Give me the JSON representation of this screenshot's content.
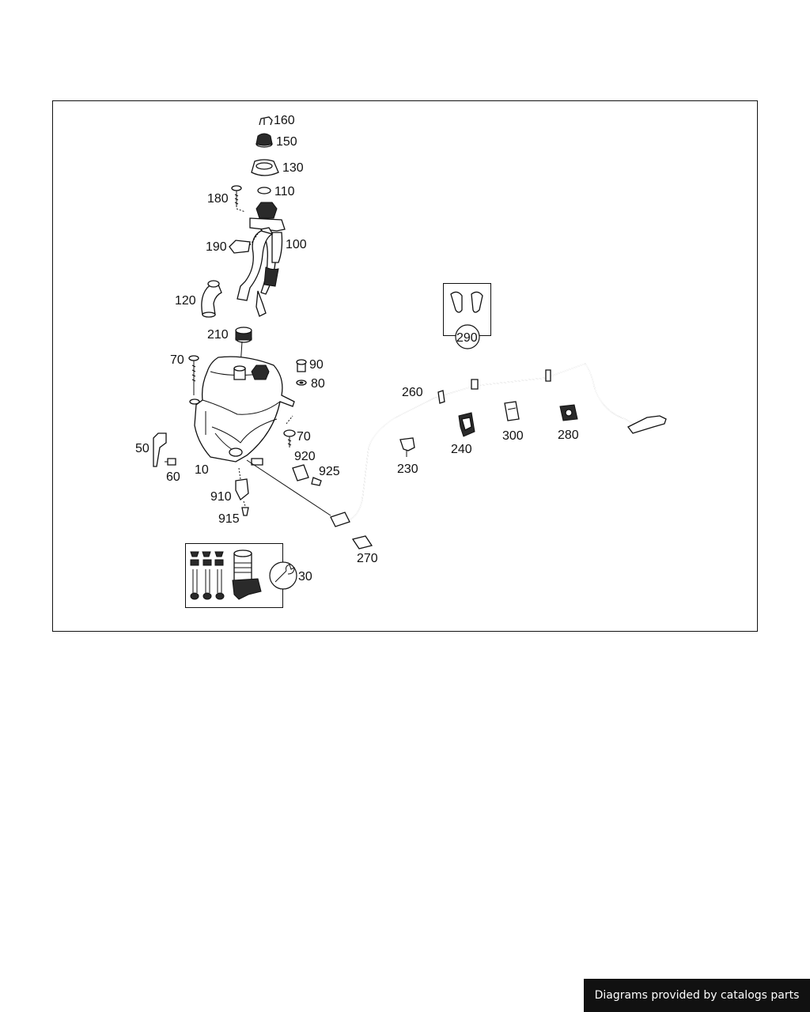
{
  "credit": "Diagrams provided by catalogs parts",
  "labels": {
    "p160": "160",
    "p150": "150",
    "p130": "130",
    "p110": "110",
    "p180": "180",
    "p190": "190",
    "p100": "100",
    "p120": "120",
    "p210": "210",
    "p290": "290",
    "p70a": "70",
    "p90": "90",
    "p80": "80",
    "p260": "260",
    "p70b": "70",
    "p50": "50",
    "p60": "60",
    "p10": "10",
    "p920": "920",
    "p925": "925",
    "p910": "910",
    "p915": "915",
    "p240": "240",
    "p300": "300",
    "p280": "280",
    "p230": "230",
    "p270": "270",
    "p30": "30"
  }
}
